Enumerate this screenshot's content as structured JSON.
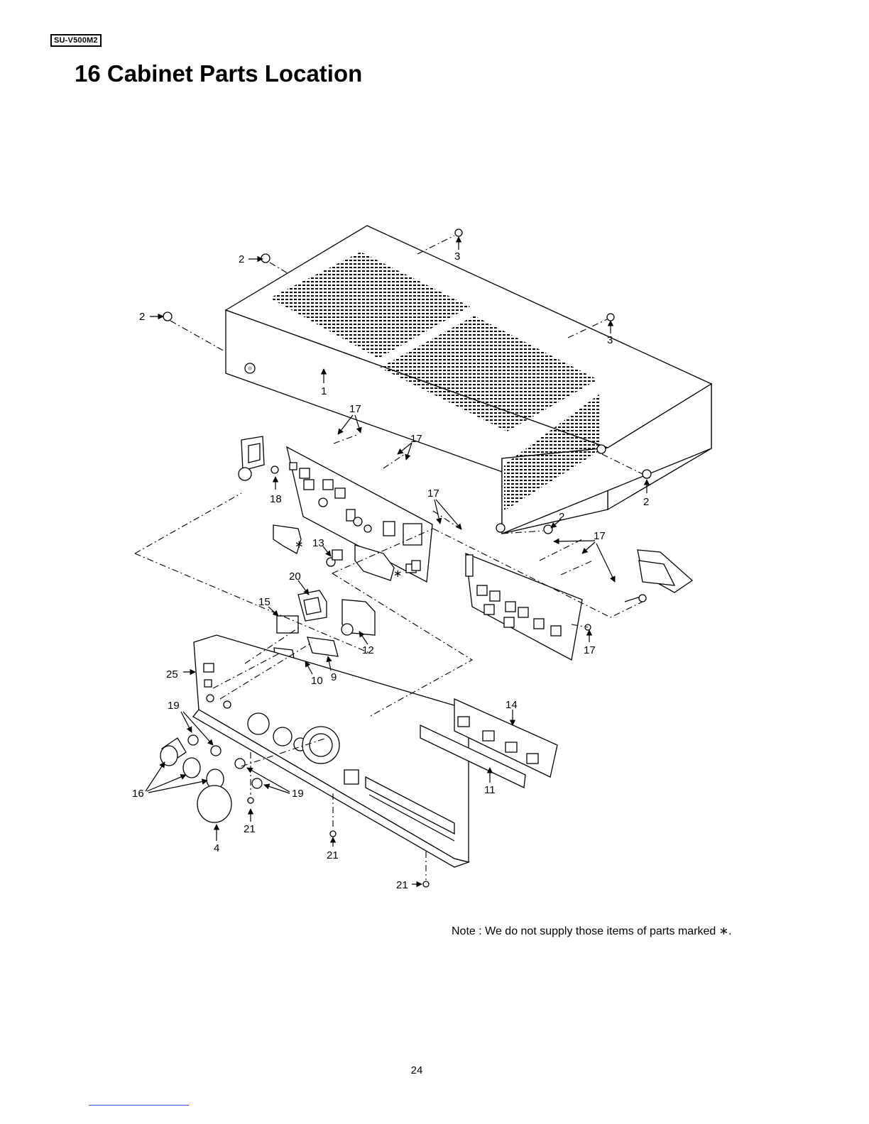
{
  "header": {
    "model": "SU-V500M2"
  },
  "title": "16 Cabinet Parts Location",
  "callouts": {
    "c1": "1",
    "c2a": "2",
    "c2b": "2",
    "c2c": "2",
    "c2d": "2",
    "c3a": "3",
    "c3b": "3",
    "c4": "4",
    "c9": "9",
    "c10": "10",
    "c11": "11",
    "c12": "12",
    "c13": "13",
    "c14": "14",
    "c15": "15",
    "c16": "16",
    "c17a": "17",
    "c17b": "17",
    "c17c": "17",
    "c17d": "17",
    "c17e": "17",
    "c18": "18",
    "c19a": "19",
    "c19b": "19",
    "c20": "20",
    "c21a": "21",
    "c21b": "21",
    "c21c": "21",
    "c25": "25",
    "star1": "∗",
    "star2": "∗"
  },
  "note": "Note : We do not supply those items of parts marked ∗.",
  "page_number": "24"
}
